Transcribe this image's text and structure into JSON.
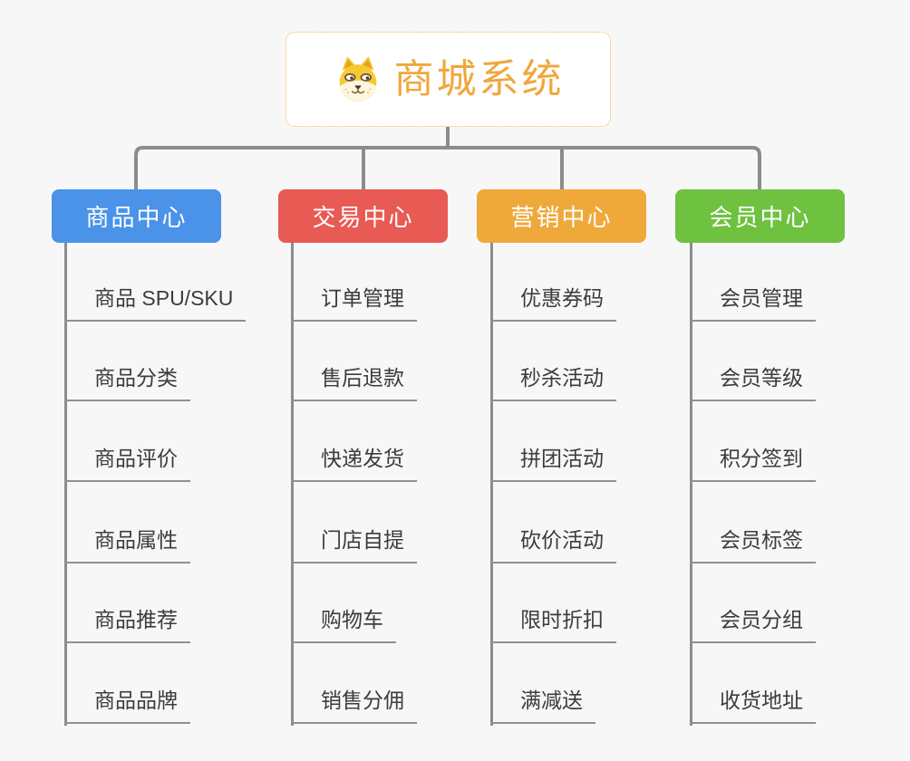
{
  "canvas": {
    "background": "#f7f7f7",
    "connector_color": "#8c8c8c"
  },
  "root": {
    "title": "商城系统",
    "title_color": "#f0a73c",
    "border_color": "#f2b559",
    "icon": "dog-mascot-icon"
  },
  "branches": [
    {
      "label": "商品中心",
      "color": "#4b93e8",
      "children": [
        "商品 SPU/SKU",
        "商品分类",
        "商品评价",
        "商品属性",
        "商品推荐",
        "商品品牌"
      ]
    },
    {
      "label": "交易中心",
      "color": "#e85a54",
      "children": [
        "订单管理",
        "售后退款",
        "快递发货",
        "门店自提",
        "购物车",
        "销售分佣"
      ]
    },
    {
      "label": "营销中心",
      "color": "#efa93b",
      "children": [
        "优惠券码",
        "秒杀活动",
        "拼团活动",
        "砍价活动",
        "限时折扣",
        "满减送"
      ]
    },
    {
      "label": "会员中心",
      "color": "#6fc240",
      "children": [
        "会员管理",
        "会员等级",
        "积分签到",
        "会员标签",
        "会员分组",
        "收货地址"
      ]
    }
  ]
}
